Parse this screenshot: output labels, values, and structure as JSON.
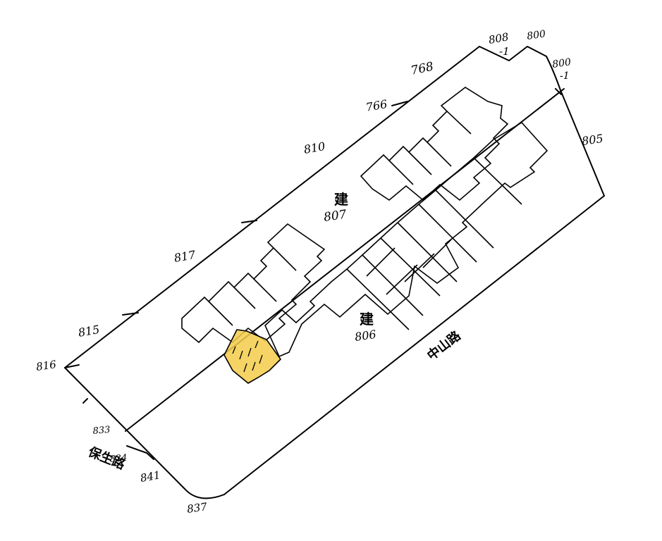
{
  "parcels": {
    "p768": "768",
    "p766": "766",
    "p808_1": "808",
    "p808_1_sub": "-1",
    "p800": "800",
    "p800_1": "800",
    "p800_1_sub": "-1",
    "p805": "805",
    "p810": "810",
    "p817": "817",
    "p815": "815",
    "p816": "816",
    "p833": "833",
    "p834": "834",
    "p841": "841",
    "p837": "837"
  },
  "blocks": {
    "north_char": "建",
    "north_num": "807",
    "south_char": "建",
    "south_num": "806"
  },
  "roads": {
    "zhongshan": "中山路",
    "baosheng": "保生路"
  },
  "colors": {
    "highlight": "#f3cb4a",
    "ink": "#000000"
  }
}
